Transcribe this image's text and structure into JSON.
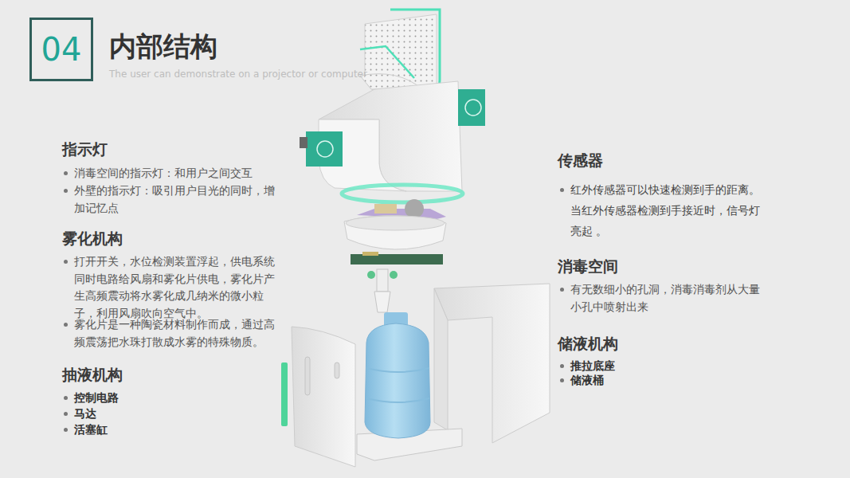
{
  "diagram": {
    "title": "内部结构",
    "nodes": [
      {
        "text": [
          "04"
        ]
      }
    ],
    "labels": [
      "The user can demonstrate on a projector or computer",
      "指示灯",
      "消毒空间的指示灯：和用户之间交互",
      "外壁的指示灯：吸引用户目光的同时，增加记忆点",
      "雾化机构",
      "打开开关，水位检测装置浮起，供电系统同时电路给风扇和雾化片供电，雾化片产生高频震动将水雾化成几纳米的微小粒子，利用风扇吹向空气中。",
      "雾化片是一种陶瓷材料制作而成，通过高频震荡把水珠打散成水雾的特殊物质。",
      "抽液机构",
      "控制电路",
      "马达",
      "活塞缸",
      "传感器",
      "红外传感器可以快速检测到手的距离。当红外传感器检测到手接近时，信号灯亮起 。",
      "消毒空间",
      "有无数细小的孔洞，消毒消毒剂从大量小孔中喷射出来",
      "储液机构",
      "推拉底座",
      "储液桶"
    ]
  }
}
